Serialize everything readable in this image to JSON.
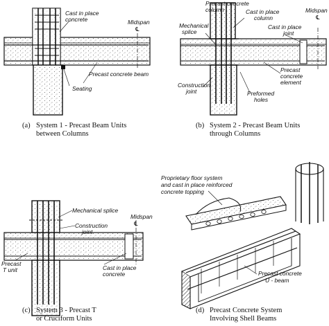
{
  "panel_a": {
    "labels": {
      "cast_in_place": "Cast in place",
      "concrete": "concrete",
      "midspan": "Midspan",
      "cl": "℄",
      "precast_beam": "Precast concrete beam",
      "seating": "Seating"
    },
    "caption_key": "(a)",
    "caption_line1": "System 1 - Precast Beam Units",
    "caption_line2": "between Columns"
  },
  "panel_b": {
    "labels": {
      "precast_column_1": "Precast concrete",
      "precast_column_2": "column",
      "cast_column_1": "Cast in place",
      "cast_column_2": "column",
      "midspan": "Midspan",
      "cl": "℄",
      "mech_1": "Mechanical",
      "mech_2": "splice",
      "cast_joint_1": "Cast in place",
      "cast_joint_2": "joint",
      "precast_elem_1": "Precast",
      "precast_elem_2": "concrete",
      "precast_elem_3": "element",
      "constr_1": "Construction",
      "constr_2": "joint",
      "preformed_1": "Preformed",
      "preformed_2": "holes"
    },
    "caption_key": "(b)",
    "caption_line1": "System 2 - Precast Beam Units",
    "caption_line2": "through Columns"
  },
  "panel_c": {
    "labels": {
      "mech": "Mechanical splice",
      "constr_1": "Construction",
      "constr_2": "joint",
      "midspan": "Midspan",
      "cl": "℄",
      "precast_1": "Precast",
      "precast_2": "T unit",
      "cast_1": "Cast in place",
      "cast_2": "concrete"
    },
    "caption_key": "(c)",
    "caption_line1": "System 3 - Precast T",
    "caption_line2": "or Cruciform Units"
  },
  "panel_d": {
    "labels": {
      "prop_1": "Proprietary floor system",
      "prop_2": "and cast in place reinforced",
      "prop_3": "concrete topping",
      "ubeam_1": "Precast concrete",
      "ubeam_2": "U - beam"
    },
    "caption_key": "(d)",
    "caption_line1": "Precast Concrete System",
    "caption_line2": "Involving Shell Beams"
  }
}
